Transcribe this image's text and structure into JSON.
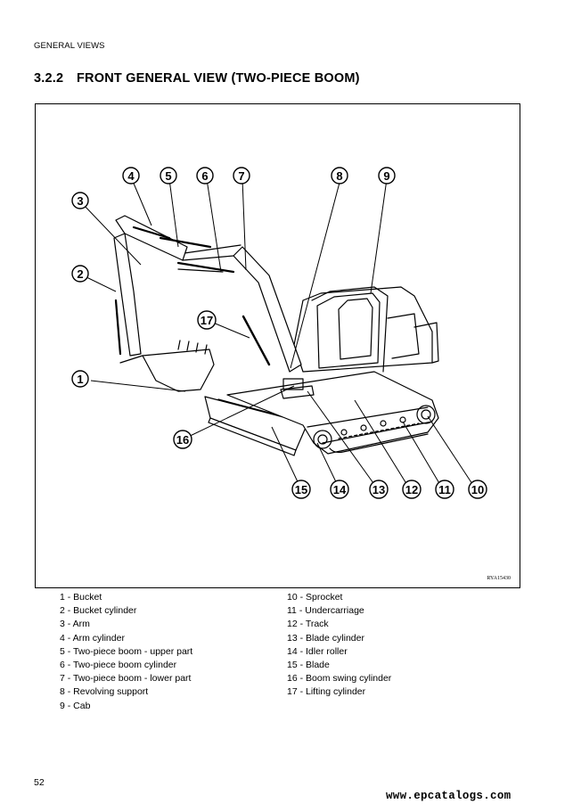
{
  "section_header": "GENERAL VIEWS",
  "heading": {
    "number": "3.2.2",
    "title": "FRONT GENERAL VIEW (TWO-PIECE BOOM)"
  },
  "figure": {
    "ref_code": "RYA15430",
    "callouts": [
      "1",
      "2",
      "3",
      "4",
      "5",
      "6",
      "7",
      "8",
      "9",
      "10",
      "11",
      "12",
      "13",
      "14",
      "15",
      "16",
      "17"
    ]
  },
  "legend": {
    "left": [
      "1 - Bucket",
      "2 - Bucket cylinder",
      "3 - Arm",
      "4 - Arm cylinder",
      "5 - Two-piece boom - upper part",
      "6 - Two-piece boom cylinder",
      "7 - Two-piece boom - lower part",
      "8 - Revolving support",
      "9 - Cab"
    ],
    "right": [
      "10 - Sprocket",
      "11 - Undercarriage",
      "12 - Track",
      "13 - Blade cylinder",
      "14 - Idler roller",
      "15 - Blade",
      "16 - Boom swing cylinder",
      "17 - Lifting cylinder"
    ]
  },
  "page_number": "52",
  "watermark": "www.epcatalogs.com"
}
